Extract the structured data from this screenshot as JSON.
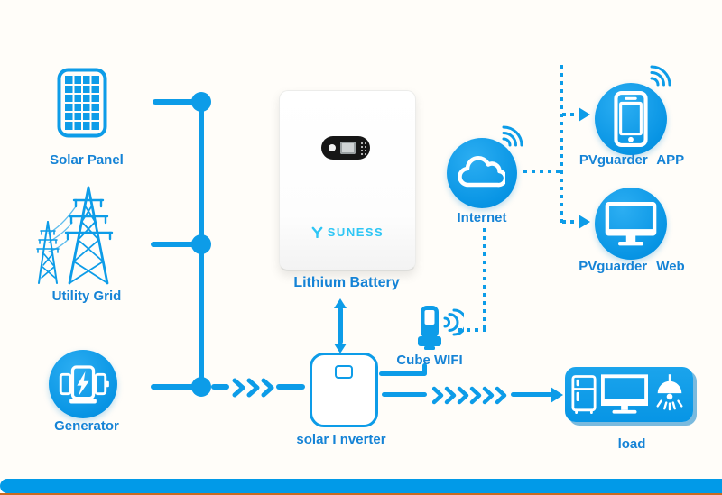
{
  "colors": {
    "background": "#fffdf9",
    "primary_blue": "#0d9ce8",
    "label_blue": "#1583d6",
    "logo_cyan": "#2ec6f5",
    "display_black": "#161616",
    "bottom_bar_blue": "#019ae8",
    "bottom_bar_orange": "#c96a20"
  },
  "nodes": {
    "solar_panel": {
      "label": "Solar Panel"
    },
    "utility_grid": {
      "label": "Utility Grid"
    },
    "generator": {
      "label": "Generator"
    },
    "lithium_battery": {
      "label": "Lithium Battery",
      "brand": "SUNESS"
    },
    "solar_inverter": {
      "label": "solar I nverter"
    },
    "cube_wifi": {
      "label": "Cube WIFI"
    },
    "internet": {
      "label": "Internet"
    },
    "pvguarder_app": {
      "label": "PVguarder APP"
    },
    "pvguarder_web": {
      "label": "PVguarder Web"
    },
    "load": {
      "label": "load"
    }
  },
  "icons": {
    "solar-panel-icon": "pv-module-grid",
    "utility-grid-icon": "transmission-towers",
    "generator-icon": "engine-with-lightning-bolt",
    "battery-display": "status-screen-with-led",
    "logo-mark-icon": "suness-y-mark",
    "cube-wifi-icon": "usb-wifi-dongle",
    "wifi-signal-icon": "signal-arcs",
    "internet-cloud-icon": "cloud",
    "smartphone-icon": "smartphone",
    "monitor-icon": "desktop-monitor",
    "fridge-icon": "refrigerator",
    "tv-icon": "television",
    "lamp-icon": "pendant-lamp"
  }
}
